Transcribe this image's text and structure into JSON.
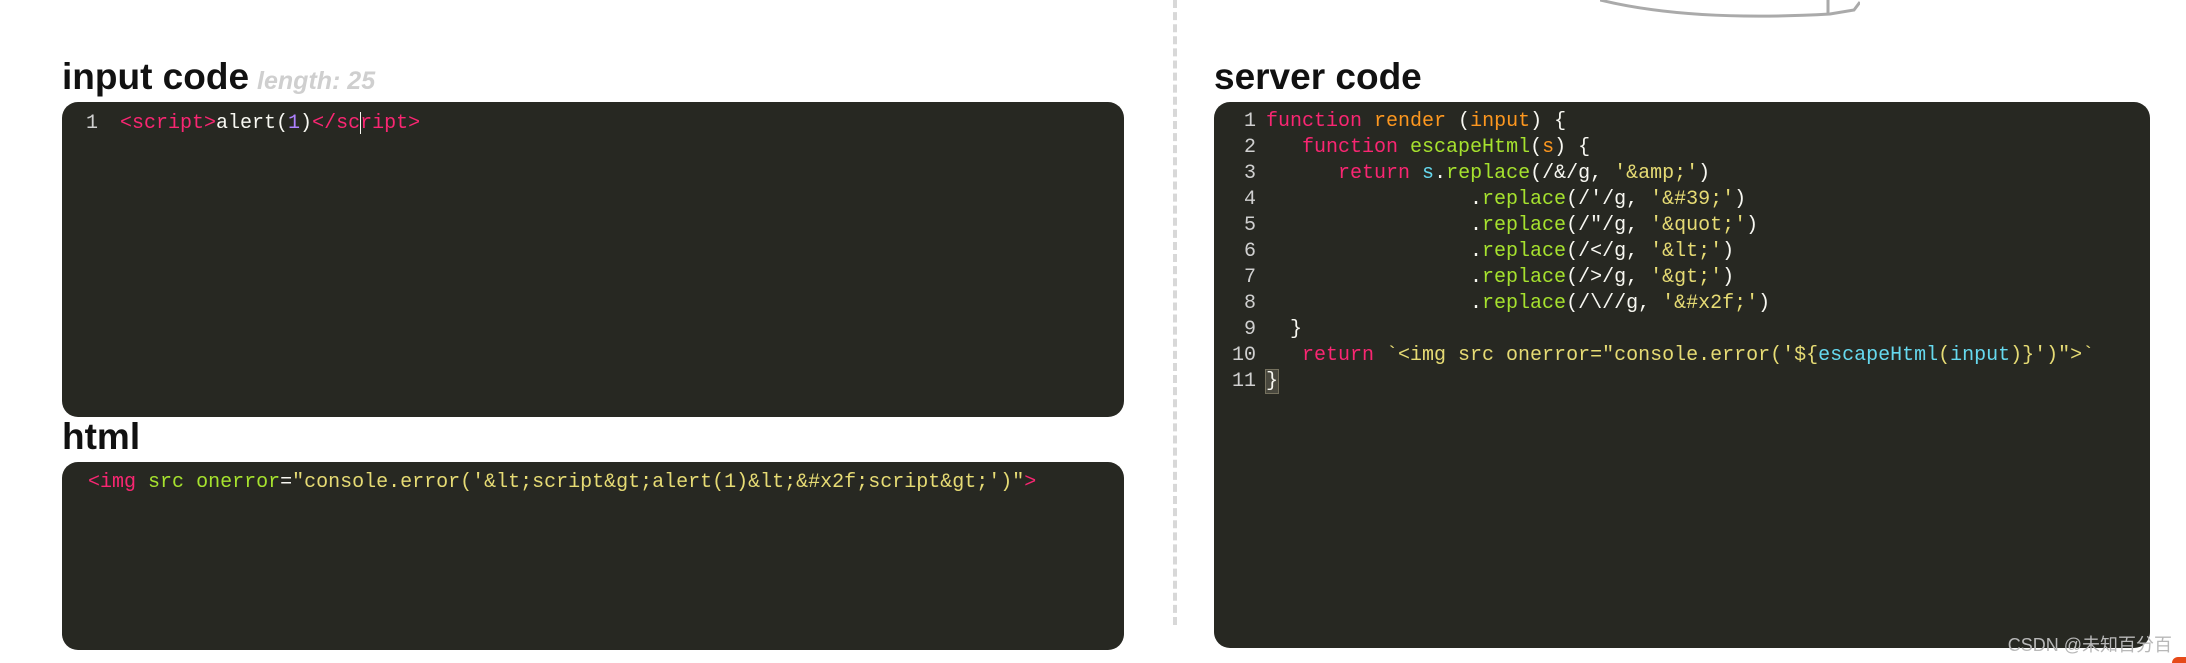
{
  "input_section": {
    "title": "input code",
    "length_label": "length: 25",
    "lines": [
      {
        "num": "1",
        "tokens": [
          {
            "t": "<script>",
            "c": "tag"
          },
          {
            "t": "alert(",
            "c": "txt"
          },
          {
            "t": "1",
            "c": "num"
          },
          {
            "t": ")",
            "c": "txt"
          },
          {
            "t": "</sc",
            "c": "tag"
          },
          {
            "cursor": true
          },
          {
            "t": "ript>",
            "c": "tag"
          }
        ]
      }
    ]
  },
  "html_section": {
    "title": "html",
    "lines": [
      {
        "num": "",
        "tokens": [
          {
            "t": "<img",
            "c": "tag"
          },
          {
            "t": " ",
            "c": "txt"
          },
          {
            "t": "src",
            "c": "attr"
          },
          {
            "t": " ",
            "c": "txt"
          },
          {
            "t": "onerror",
            "c": "attr"
          },
          {
            "t": "=",
            "c": "txt"
          },
          {
            "t": "\"console.error('&lt;script&gt;alert(1)&lt;&#x2f;script&gt;')\"",
            "c": "str"
          },
          {
            "t": ">",
            "c": "tag"
          }
        ]
      }
    ]
  },
  "server_section": {
    "title": "server code",
    "lines": [
      {
        "num": "1",
        "tokens": [
          {
            "t": "function",
            "c": "kw"
          },
          {
            "t": " ",
            "c": "txt"
          },
          {
            "t": "render",
            "c": "var"
          },
          {
            "t": " (",
            "c": "txt"
          },
          {
            "t": "input",
            "c": "var"
          },
          {
            "t": ") {",
            "c": "txt"
          }
        ]
      },
      {
        "num": "2",
        "tokens": [
          {
            "t": "   ",
            "c": "txt"
          },
          {
            "t": "function",
            "c": "kw"
          },
          {
            "t": " ",
            "c": "txt"
          },
          {
            "t": "escapeHtml",
            "c": "fn"
          },
          {
            "t": "(",
            "c": "txt"
          },
          {
            "t": "s",
            "c": "var"
          },
          {
            "t": ") {",
            "c": "txt"
          }
        ]
      },
      {
        "num": "3",
        "tokens": [
          {
            "t": "      ",
            "c": "txt"
          },
          {
            "t": "return",
            "c": "kw"
          },
          {
            "t": " ",
            "c": "txt"
          },
          {
            "t": "s",
            "c": "id"
          },
          {
            "t": ".",
            "c": "txt"
          },
          {
            "t": "replace",
            "c": "fn"
          },
          {
            "t": "(/&/g, ",
            "c": "txt"
          },
          {
            "t": "'&amp;'",
            "c": "str"
          },
          {
            "t": ")",
            "c": "txt"
          }
        ]
      },
      {
        "num": "4",
        "tokens": [
          {
            "t": "                 .",
            "c": "txt"
          },
          {
            "t": "replace",
            "c": "fn"
          },
          {
            "t": "(/'/g, ",
            "c": "txt"
          },
          {
            "t": "'&#39;'",
            "c": "str"
          },
          {
            "t": ")",
            "c": "txt"
          }
        ]
      },
      {
        "num": "5",
        "tokens": [
          {
            "t": "                 .",
            "c": "txt"
          },
          {
            "t": "replace",
            "c": "fn"
          },
          {
            "t": "(/\"/g, ",
            "c": "txt"
          },
          {
            "t": "'&quot;'",
            "c": "str"
          },
          {
            "t": ")",
            "c": "txt"
          }
        ]
      },
      {
        "num": "6",
        "tokens": [
          {
            "t": "                 .",
            "c": "txt"
          },
          {
            "t": "replace",
            "c": "fn"
          },
          {
            "t": "(/</g, ",
            "c": "txt"
          },
          {
            "t": "'&lt;'",
            "c": "str"
          },
          {
            "t": ")",
            "c": "txt"
          }
        ]
      },
      {
        "num": "7",
        "tokens": [
          {
            "t": "                 .",
            "c": "txt"
          },
          {
            "t": "replace",
            "c": "fn"
          },
          {
            "t": "(/>/g, ",
            "c": "txt"
          },
          {
            "t": "'&gt;'",
            "c": "str"
          },
          {
            "t": ")",
            "c": "txt"
          }
        ]
      },
      {
        "num": "8",
        "tokens": [
          {
            "t": "                 .",
            "c": "txt"
          },
          {
            "t": "replace",
            "c": "fn"
          },
          {
            "t": "(/\\//g, ",
            "c": "txt"
          },
          {
            "t": "'&#x2f;'",
            "c": "str"
          },
          {
            "t": ")",
            "c": "txt"
          }
        ]
      },
      {
        "num": "9",
        "tokens": [
          {
            "t": "  }",
            "c": "txt"
          }
        ]
      },
      {
        "num": "10",
        "tokens": [
          {
            "t": "   ",
            "c": "txt"
          },
          {
            "t": "return",
            "c": "kw"
          },
          {
            "t": " `<img src onerror=\"console.error('${",
            "c": "str"
          },
          {
            "t": "escapeHtml",
            "c": "id"
          },
          {
            "t": "(",
            "c": "str"
          },
          {
            "t": "input",
            "c": "id"
          },
          {
            "t": ")}')\">`",
            "c": "str"
          }
        ]
      },
      {
        "num": "11",
        "tokens": [
          {
            "t": "}",
            "c": "txt",
            "hl": true
          }
        ]
      }
    ]
  },
  "watermark": "CSDN @未知百分百",
  "colors": {
    "panel_bg": "#272822",
    "keyword": "#f92672",
    "function": "#a6e22e",
    "variable": "#fd971f",
    "string": "#e6db74",
    "identifier": "#66d9ef",
    "number": "#ae81ff"
  }
}
